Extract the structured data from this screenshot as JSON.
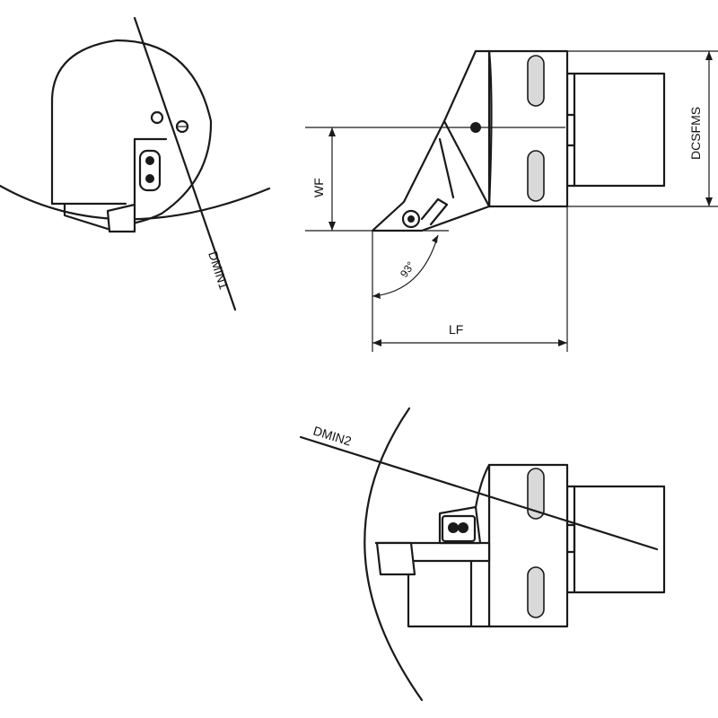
{
  "labels": {
    "dmin1": "DMIN1",
    "dmin2": "DMIN2",
    "wf": "WF",
    "lf": "LF",
    "dcsfms": "DCSFMS",
    "angle": "93°"
  }
}
